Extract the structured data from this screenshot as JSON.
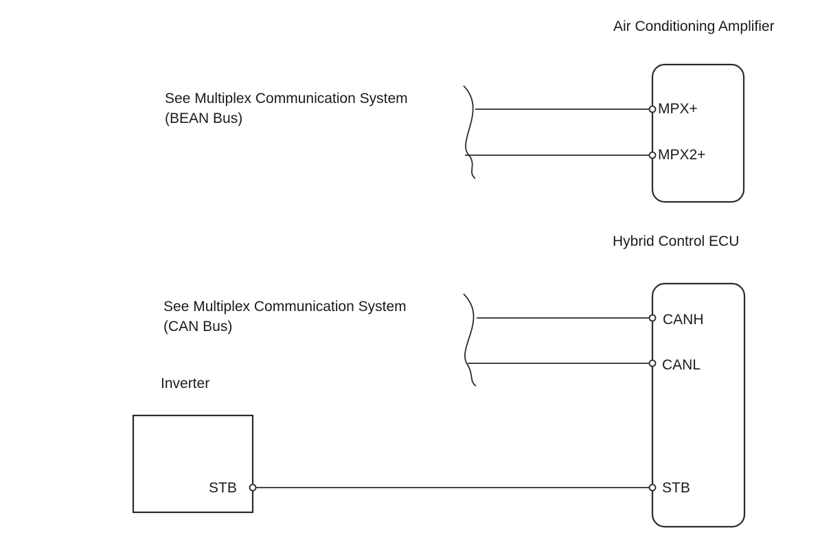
{
  "air_conditioning_amplifier": {
    "title": "Air Conditioning Amplifier",
    "terminals": [
      "MPX+",
      "MPX2+"
    ]
  },
  "bean_bus_note": {
    "line1": "See Multiplex Communication System",
    "line2": "(BEAN Bus)"
  },
  "hybrid_control_ecu": {
    "title": "Hybrid Control ECU",
    "terminals": [
      "CANH",
      "CANL",
      "STB"
    ]
  },
  "can_bus_note": {
    "line1": "See Multiplex Communication System",
    "line2": "(CAN Bus)"
  },
  "inverter": {
    "title": "Inverter",
    "terminal": "STB"
  },
  "colors": {
    "stroke": "#2a2a2a",
    "background": "#ffffff"
  }
}
